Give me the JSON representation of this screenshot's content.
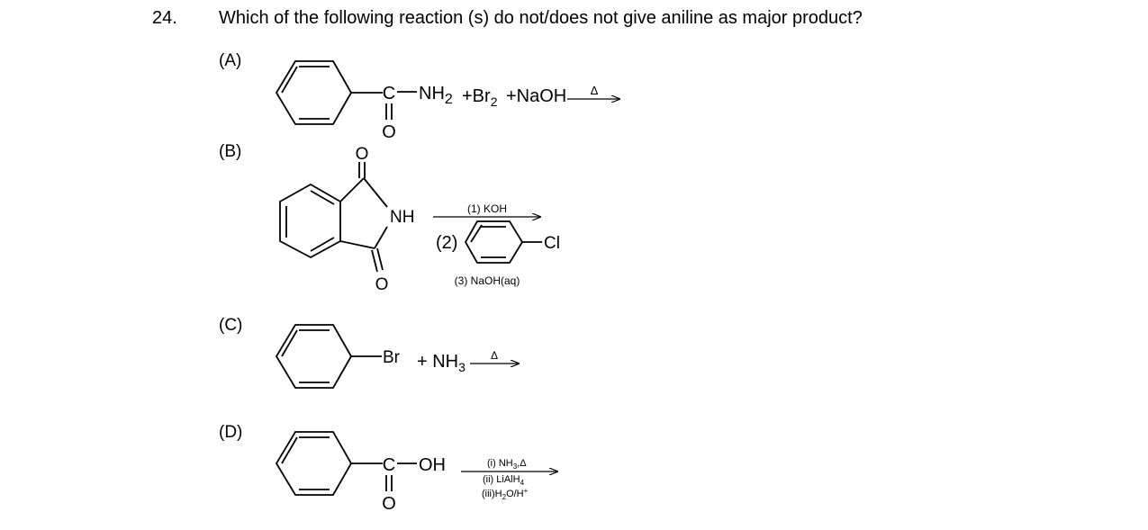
{
  "question": {
    "number": "24.",
    "text": "Which of the following reaction (s) do not/does not give aniline as major product?"
  },
  "options": [
    {
      "label": "(A)",
      "carbonyl_c": "C",
      "carbonyl_o": "O",
      "group": "NH",
      "group_sub": "2",
      "reagent_1": "+Br",
      "reagent_1_sub": "2",
      "reagent_2": "+NaOH",
      "condition": "Δ"
    },
    {
      "label": "(B)",
      "top_o": "O",
      "bottom_o": "O",
      "ring_n": "NH",
      "step_1": "(1) KOH",
      "step_2_label": "(2)",
      "step_2_sub": "Cl",
      "step_3": "(3) NaOH(aq)"
    },
    {
      "label": "(C)",
      "substituent": "Br",
      "reagent": "+ NH",
      "reagent_sub": "3",
      "condition": "Δ"
    },
    {
      "label": "(D)",
      "carbonyl_c": "C",
      "carbonyl_o": "O",
      "group": "OH",
      "step_1": "(i) NH",
      "step_1_sub": "3",
      "step_1_tail": ",Δ",
      "step_2": "(ii) LiAlH",
      "step_2_sub": "4",
      "step_3_a": "(iii)H",
      "step_3_sub": "2",
      "step_3_b": "O/H",
      "step_3_sup": "+"
    }
  ]
}
